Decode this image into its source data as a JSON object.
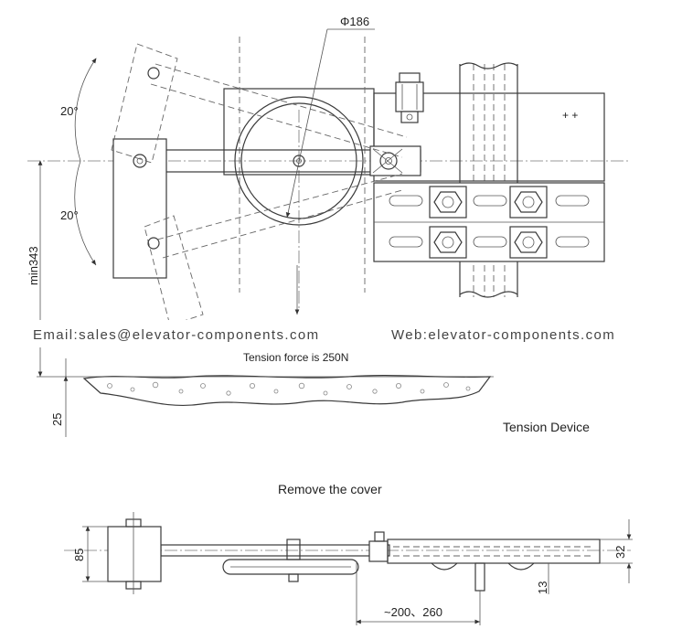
{
  "watermark": {
    "email": "Email:sales@elevator-components.com",
    "web": "Web:elevator-components.com"
  },
  "top_view": {
    "diameter_label": "Φ186",
    "angle_upper": "20°",
    "angle_lower": "20°",
    "min_dimension": "min343",
    "tension_force": "Tension force is 250N",
    "ground_gap": "25",
    "caption": "Tension Device",
    "cross_marks": "+ +"
  },
  "bottom_view": {
    "caption": "Remove the cover",
    "height_left": "85",
    "height_right": "32",
    "offset": "13",
    "horizontal_range": "~200、260"
  }
}
